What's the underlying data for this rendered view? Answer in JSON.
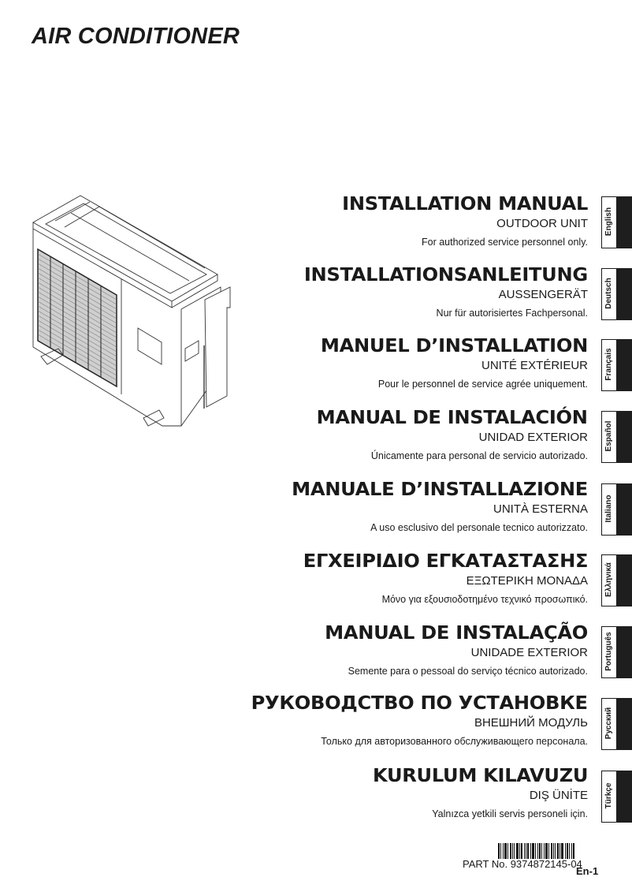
{
  "document": {
    "title": "AIR CONDITIONER",
    "illustration": "outdoor-unit-line-drawing",
    "sections": [
      {
        "heading": "INSTALLATION MANUAL",
        "subtitle": "OUTDOOR UNIT",
        "note": "For authorized service personnel only.",
        "tab": "English"
      },
      {
        "heading": "INSTALLATIONSANLEITUNG",
        "subtitle": "AUSSENGERÄT",
        "note": "Nur für autorisiertes Fachpersonal.",
        "tab": "Deutsch"
      },
      {
        "heading": "MANUEL D’INSTALLATION",
        "subtitle": "UNITÉ EXTÉRIEUR",
        "note": "Pour le personnel de service agrée uniquement.",
        "tab": "Français"
      },
      {
        "heading": "MANUAL DE INSTALACIÓN",
        "subtitle": "UNIDAD EXTERIOR",
        "note": "Únicamente para personal de servicio autorizado.",
        "tab": "Español"
      },
      {
        "heading": "MANUALE D’INSTALLAZIONE",
        "subtitle": "UNITÀ ESTERNA",
        "note": "A uso esclusivo del personale tecnico autorizzato.",
        "tab": "Italiano"
      },
      {
        "heading": "ΕΓΧΕΙΡΙΔΙΟ ΕΓΚΑΤΑΣΤΑΣΗΣ",
        "subtitle": "ΕΞΩΤΕΡΙΚΗ ΜΟΝΑΔΑ",
        "note": "Μόνο για εξουσιοδοτημένο τεχνικό προσωπικό.",
        "tab": "Ελληνικά"
      },
      {
        "heading": "MANUAL DE INSTALAÇÃO",
        "subtitle": "UNIDADE EXTERIOR",
        "note": "Semente para o pessoal do serviço técnico autorizado.",
        "tab": "Português"
      },
      {
        "heading": "РУКОВОДСТВО ПО УСТАНОВКЕ",
        "subtitle": "ВНЕШНИЙ МОДУЛЬ",
        "note": "Только для авторизованного обслуживающего персонала.",
        "tab": "Русский"
      },
      {
        "heading": "KURULUM KILAVUZU",
        "subtitle": "DIŞ ÜNİTE",
        "note": "Yalnızca yetkili servis personeli için.",
        "tab": "Türkçe"
      }
    ],
    "part_number": "PART No. 9374872145-04",
    "page_number": "En-1"
  }
}
